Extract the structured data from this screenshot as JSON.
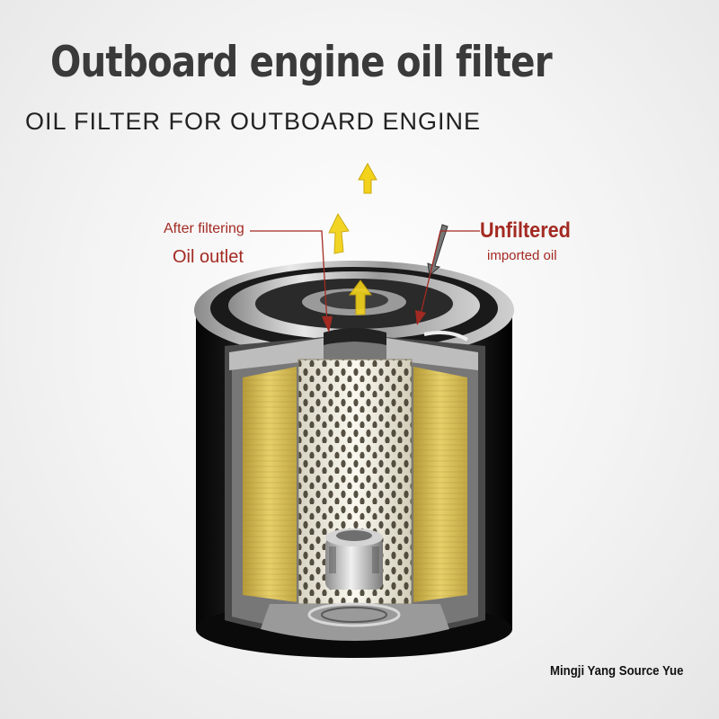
{
  "header": {
    "title": "Outboard engine oil filter",
    "subtitle": "OIL FILTER FOR OUTBOARD ENGINE"
  },
  "callouts": {
    "outlet_line1": "After filtering",
    "outlet_line2": "Oil outlet",
    "inlet_line1": "Unfiltered",
    "inlet_line2": "imported oil"
  },
  "footer": {
    "brand": "Mingji Yang Source Yue"
  },
  "colors": {
    "callout_red": "#a32a22",
    "filter_media_yellow": "#d8c25a",
    "flow_arrow_yellow": "#f2d21a",
    "canister_black": "#111111"
  }
}
